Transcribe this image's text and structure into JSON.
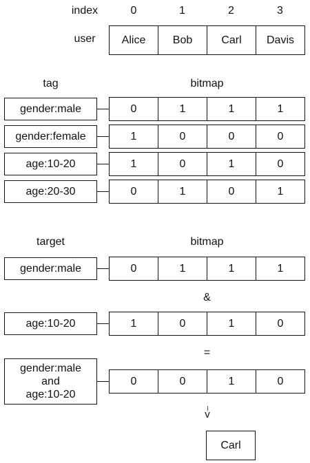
{
  "header": {
    "index_label": "index",
    "indexes": [
      "0",
      "1",
      "2",
      "3"
    ],
    "user_label": "user",
    "users": [
      "Alice",
      "Bob",
      "Carl",
      "Davis"
    ]
  },
  "section1": {
    "tag_heading": "tag",
    "bitmap_heading": "bitmap",
    "rows": [
      {
        "tag": "gender:male",
        "bits": [
          "0",
          "1",
          "1",
          "1"
        ]
      },
      {
        "tag": "gender:female",
        "bits": [
          "1",
          "0",
          "0",
          "0"
        ]
      },
      {
        "tag": "age:10-20",
        "bits": [
          "1",
          "0",
          "1",
          "0"
        ]
      },
      {
        "tag": "age:20-30",
        "bits": [
          "0",
          "1",
          "0",
          "1"
        ]
      }
    ]
  },
  "section2": {
    "target_heading": "target",
    "bitmap_heading": "bitmap",
    "operand1": {
      "tag": "gender:male",
      "bits": [
        "0",
        "1",
        "1",
        "1"
      ]
    },
    "operator": "&",
    "operand2": {
      "tag": "age:10-20",
      "bits": [
        "1",
        "0",
        "1",
        "0"
      ]
    },
    "equals": "=",
    "result": {
      "tag_line1": "gender:male",
      "tag_line2": "and",
      "tag_line3": "age:10-20",
      "bits": [
        "0",
        "0",
        "1",
        "0"
      ]
    },
    "arrow": "v",
    "result_user": "Carl"
  }
}
